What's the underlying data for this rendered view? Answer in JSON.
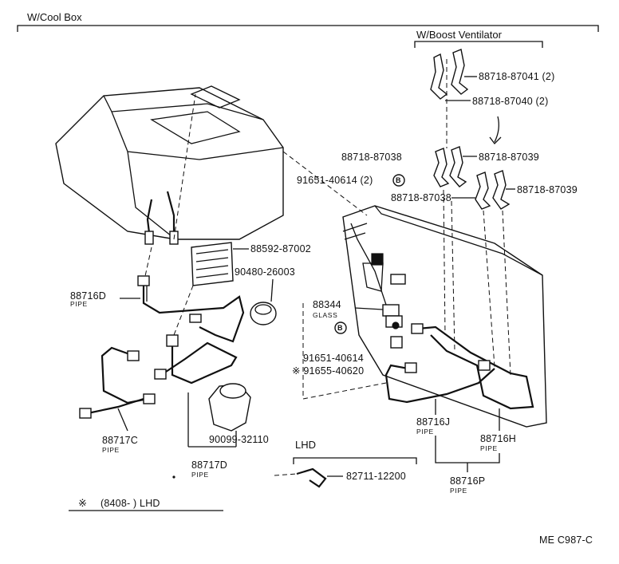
{
  "headers": {
    "cool_box": "W/Cool Box",
    "boost_ventilator": "W/Boost Ventilator",
    "lhd": "LHD"
  },
  "parts": {
    "p_87041": "88718-87041 (2)",
    "p_87040": "88718-87040 (2)",
    "p_87038_a": "88718-87038",
    "p_87039_a": "88718-87039",
    "p_40614_a": "91651-40614 (2)",
    "p_87038_b": "88718-87038",
    "p_87039_b": "88718-87039",
    "p_87002": "88592-87002",
    "p_26003": "90480-26003",
    "p_88716D": "88716D",
    "p_88344": "88344",
    "p_40614_b": "91651-40614",
    "p_40620": "※ 91655-40620",
    "p_88716J": "88716J",
    "p_88716H": "88716H",
    "p_88717C": "88717C",
    "p_32110": "90099-32110",
    "p_88717D": "88717D",
    "p_12200": "82711-12200",
    "p_88716P": "88716P"
  },
  "sublabels": {
    "pipe": "PIPE",
    "glass": "GLASS"
  },
  "badge": "B",
  "footnote": {
    "mark": "※",
    "text": "(8408-       ) LHD"
  },
  "diagram_code": "ME C987-C"
}
